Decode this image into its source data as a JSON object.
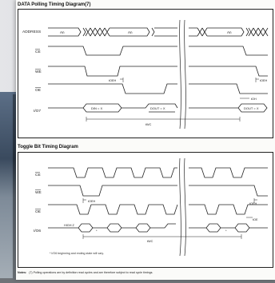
{
  "section1": {
    "title": "DATA Polling Timing Diagram(7)"
  },
  "diagram1": {
    "signals": [
      "ADDRESS",
      "CE",
      "WE",
      "OE",
      "I/O7"
    ],
    "address_values": [
      "An",
      "An",
      "An"
    ],
    "io_labels": [
      "DIN = X",
      "DOUT = X",
      "DOUT = X"
    ],
    "timing": {
      "toeh1": "tOEH",
      "toeh2": "tOEH",
      "toh": "tOH",
      "twc": "tWC"
    }
  },
  "section2": {
    "title": "Toggle Bit Timing Diagram"
  },
  "diagram2": {
    "signals": [
      "CE",
      "WE",
      "OE",
      "I/O6"
    ],
    "highz": "HIGH Z",
    "timing": {
      "toeh1": "tOEH",
      "toeh2": "tOEH",
      "toe": "tOE",
      "twc": "tWC"
    }
  },
  "footnote": "* I/O6 beginning and ending state will vary.",
  "notes": {
    "label": "Notes:",
    "text": "(7) Polling operations are by definition read cycles and are therefore subject to read cycle timings."
  },
  "colors": {
    "paper": "#fbfbf9",
    "ink": "#222222",
    "background": "#7f8386"
  }
}
